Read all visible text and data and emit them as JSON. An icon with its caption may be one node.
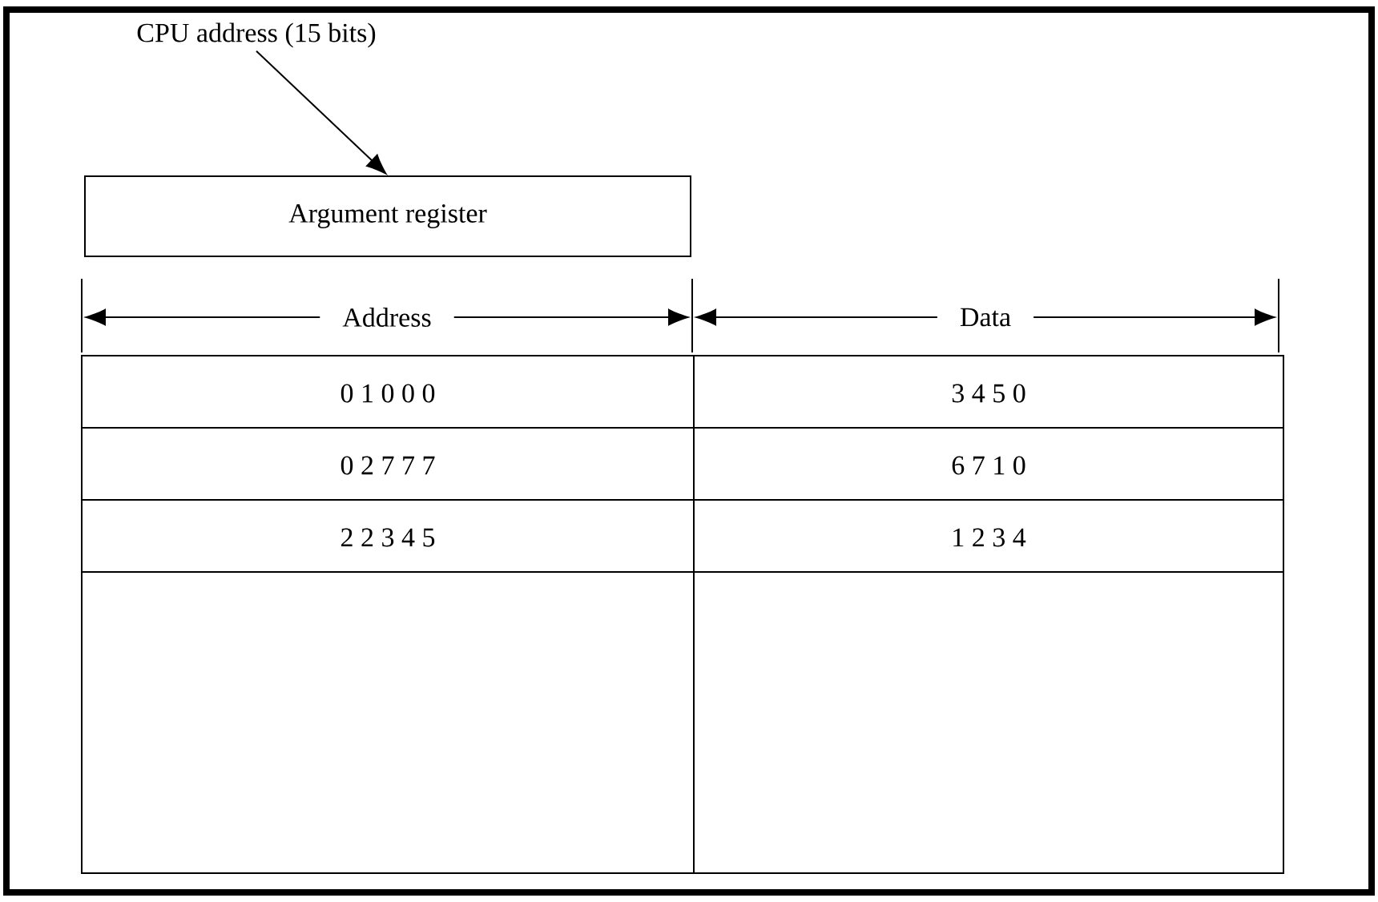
{
  "diagram": {
    "nodes": [
      {
        "text": [
          "CPU address (15 bits)"
        ]
      },
      {
        "text": [
          "Argument register"
        ]
      }
    ],
    "edges": [
      {
        "from": 0,
        "to": 1,
        "arrow": "to"
      }
    ],
    "labels": [
      "Address",
      "Data",
      "0 1 0 0 0",
      "3 4 5 0",
      "0 2 7 7 7",
      "6 7 1 0",
      "2 2 3 4 5",
      "1 2 3 4"
    ]
  }
}
